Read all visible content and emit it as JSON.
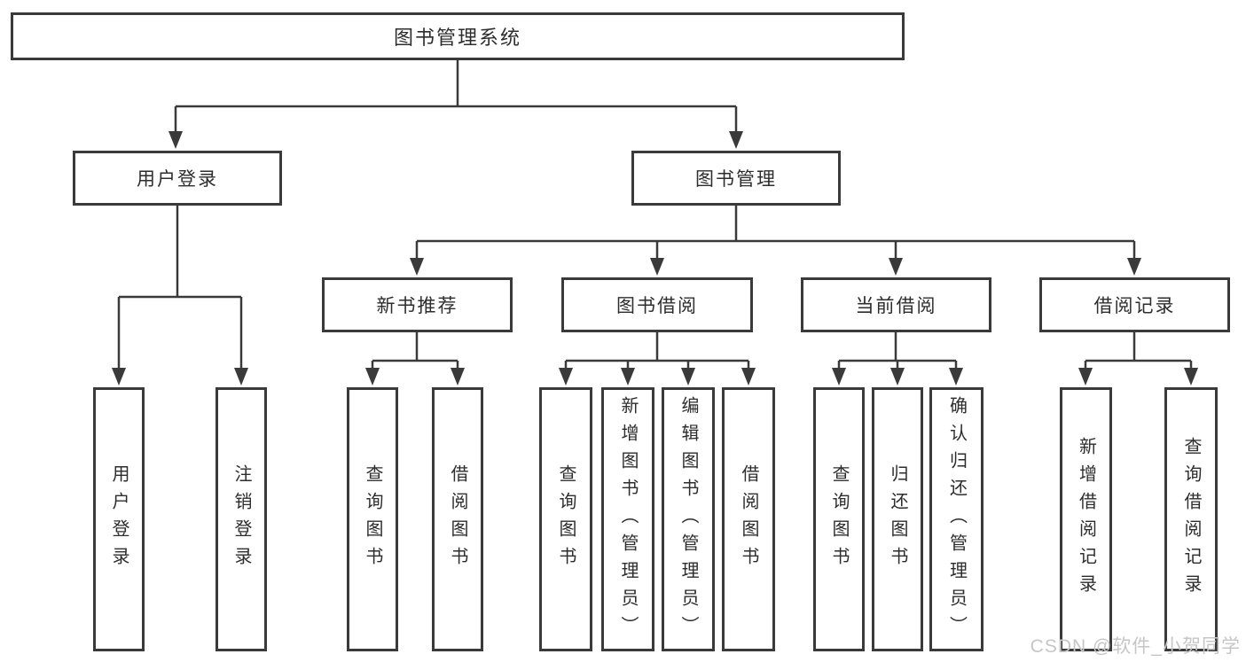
{
  "diagram": {
    "root": {
      "label": "图书管理系统"
    },
    "branches": [
      {
        "label": "用户登录",
        "children": [
          {
            "label": "用户登录"
          },
          {
            "label": "注销登录"
          }
        ]
      },
      {
        "label": "图书管理",
        "children": [
          {
            "label": "新书推荐",
            "children": [
              {
                "label": "查询图书"
              },
              {
                "label": "借阅图书"
              }
            ]
          },
          {
            "label": "图书借阅",
            "children": [
              {
                "label": "查询图书"
              },
              {
                "label": "新增图书（管理员）"
              },
              {
                "label": "编辑图书（管理员）"
              },
              {
                "label": "借阅图书"
              }
            ]
          },
          {
            "label": "当前借阅",
            "children": [
              {
                "label": "查询图书"
              },
              {
                "label": "归还图书"
              },
              {
                "label": "确认归还（管理员）"
              }
            ]
          },
          {
            "label": "借阅记录",
            "children": [
              {
                "label": "新增借阅记录"
              },
              {
                "label": "查询借阅记录"
              }
            ]
          }
        ]
      }
    ]
  },
  "watermark": {
    "text": "CSDN @软件_小贺同学"
  },
  "colors": {
    "line": "#3a3a3a",
    "text": "#2d2d2d",
    "watermark": "#c6c6c6",
    "background": "#ffffff"
  }
}
